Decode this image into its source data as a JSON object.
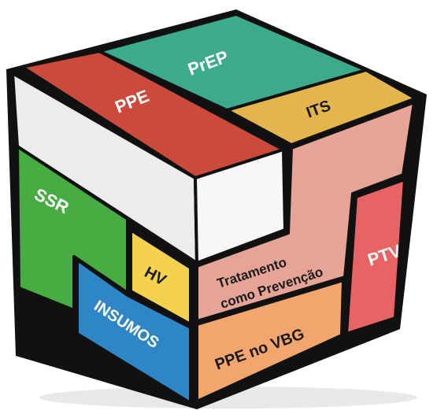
{
  "cube": {
    "blocks": [
      {
        "id": "ppe",
        "label": "PPE",
        "color": "#cc4a3b"
      },
      {
        "id": "prep",
        "label": "PrEP",
        "color": "#3bab8c"
      },
      {
        "id": "its",
        "label": "ITS",
        "color": "#e3b54c"
      },
      {
        "id": "ssr",
        "label": "SSR",
        "color": "#47ac42"
      },
      {
        "id": "hv",
        "label": "HV",
        "color": "#f4d24e"
      },
      {
        "id": "insumos",
        "label": "INSUMOS",
        "color": "#2f86c6"
      },
      {
        "id": "tratamento",
        "label_line1": "Tratamento",
        "label_line2": "como Prevenção",
        "color": "#e6a497"
      },
      {
        "id": "ppe-vbg",
        "label": "PPE no VBG",
        "color": "#f2a66e"
      },
      {
        "id": "ptv",
        "label": "PTV",
        "color": "#e86464"
      },
      {
        "id": "empty",
        "label": "",
        "color": "#ececec"
      }
    ]
  }
}
